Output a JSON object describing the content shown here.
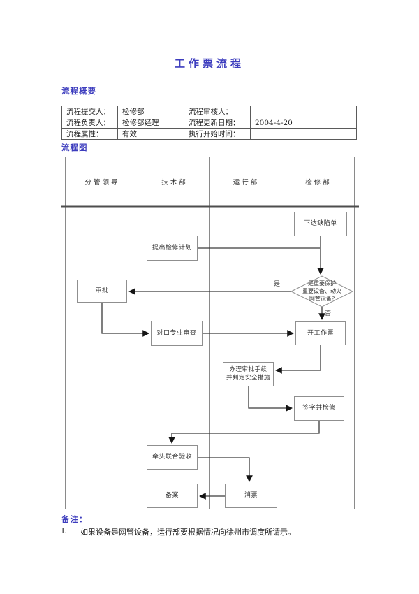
{
  "doc": {
    "title": "工作票流程"
  },
  "sections": {
    "overview": "流程概要",
    "diagram": "流程图",
    "notes": "备注："
  },
  "summary_table": {
    "rows": [
      [
        "流程提交人：",
        "检修部",
        "流程审核人：",
        ""
      ],
      [
        "流程负责人：",
        "检修部经理",
        "流程更新日期：",
        "2004-4-20"
      ],
      [
        "流程属性：",
        "有效",
        "执行开始时间：",
        ""
      ]
    ]
  },
  "flowchart": {
    "lanes": [
      "分管领导",
      "技术部",
      "运行部",
      "检修部"
    ],
    "nodes": {
      "issue_defect": "下达缺陷单",
      "propose_plan": "提出检修计划",
      "approve": "审批",
      "counterpart_review": "对口专业审查",
      "open_ticket": "开工作票",
      "handle_procedures": "办理审批手续\n并判定安全措施",
      "sign_repair": "签字并检修",
      "lead_acceptance": "牵头联合验收",
      "cancel_ticket": "消票",
      "file_record": "备案"
    },
    "decision": {
      "label": "是重要保护\n重要设备、动火\n网管设备?",
      "yes": "是",
      "no": "否"
    }
  },
  "notes": {
    "items": [
      {
        "index": "I.",
        "text": "如果设备是网管设备，运行部要根据情况向徐州市调度所请示。"
      }
    ]
  },
  "colors": {
    "accent": "#3d3dbe",
    "line_gray": "#8a8a8a",
    "connector": "#3a3a3a"
  }
}
